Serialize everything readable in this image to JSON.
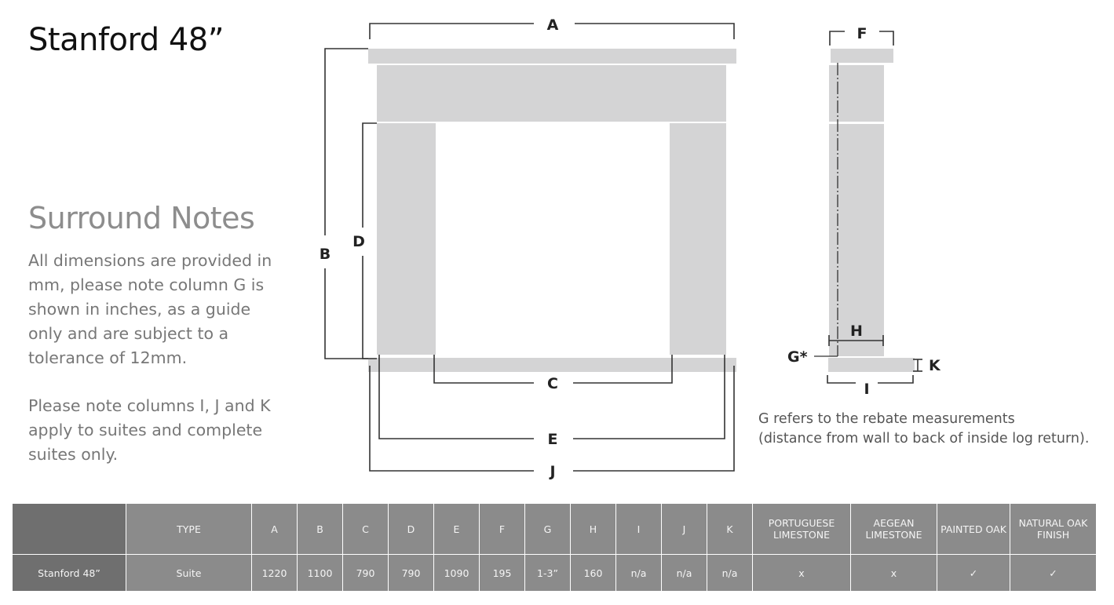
{
  "title": "Stanford 48”",
  "notes": {
    "heading": "Surround Notes",
    "paragraph1": "All dimensions are provided in mm, please note column G is shown in inches,  as a guide only and are subject to a tolerance of 12mm.",
    "paragraph2": "Please note columns I, J and K apply to suites and complete suites only."
  },
  "diagram_labels": {
    "A": "A",
    "B": "B",
    "C": "C",
    "D": "D",
    "E": "E",
    "F": "F",
    "G": "G*",
    "H": "H",
    "I": "I",
    "J": "J",
    "K": "K"
  },
  "caption": {
    "line1": "G refers to the rebate measurements",
    "line2": "(distance from wall to back of inside log return)."
  },
  "colors": {
    "panel": "#d4d4d5",
    "line": "#333333",
    "table_cell": "#8b8b8b",
    "table_head": "#6f6f6f"
  },
  "table": {
    "headers": [
      "",
      "TYPE",
      "A",
      "B",
      "C",
      "D",
      "E",
      "F",
      "G",
      "H",
      "I",
      "J",
      "K",
      "PORTUGUESE LIMESTONE",
      "AEGEAN LIMESTONE",
      "PAINTED OAK",
      "NATURAL OAK FINISH"
    ],
    "rows": [
      [
        "Stanford 48”",
        "Suite",
        "1220",
        "1100",
        "790",
        "790",
        "1090",
        "195",
        "1-3”",
        "160",
        "n/a",
        "n/a",
        "n/a",
        "x",
        "x",
        "✓",
        "✓"
      ]
    ]
  }
}
